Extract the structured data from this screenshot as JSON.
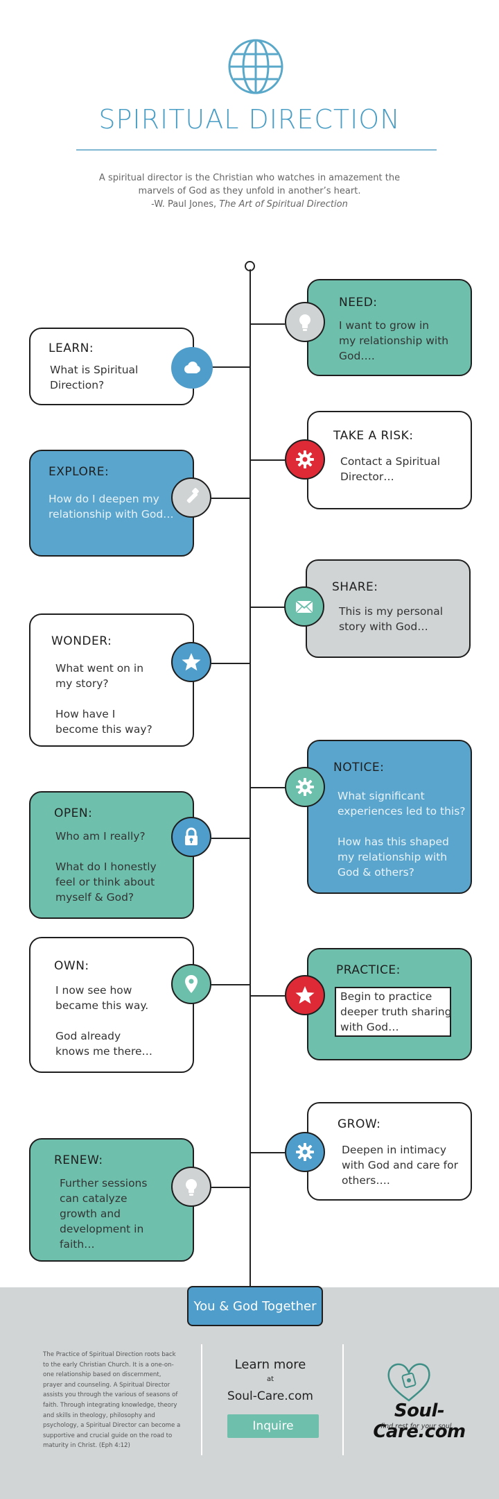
{
  "header": {
    "globe_icon": "globe-icon",
    "title": "SPIRITUAL DIRECTION",
    "quote_line1": "A spiritual director is the Christian who watches in amazement the",
    "quote_line2": "marvels of God as they unfold in another’s heart.",
    "attribution": "-W. Paul Jones, ",
    "book": "The Art of Spiritual Direction"
  },
  "steps": {
    "need": {
      "heading": "NEED:",
      "text": "I want to grow in\nmy relationship with\nGod….",
      "icon": "lightbulb-icon"
    },
    "learn": {
      "heading": "LEARN:",
      "text": "What is Spiritual\nDirection?",
      "icon": "cloud-icon"
    },
    "take_risk": {
      "heading": "TAKE A RISK:",
      "text": "Contact a Spiritual\nDirector…",
      "icon": "gear-icon"
    },
    "explore": {
      "heading": "EXPLORE:",
      "text": "How do I deepen my\nrelationship with God…",
      "icon": "eyedropper-icon"
    },
    "share": {
      "heading": "SHARE:",
      "text": "This is my personal\nstory with God…",
      "icon": "envelope-icon"
    },
    "wonder": {
      "heading": "WONDER:",
      "text": "What went on in\nmy story?\n\nHow have I\nbecome this way?",
      "icon": "star-icon"
    },
    "notice": {
      "heading": "NOTICE:",
      "text": "What significant\nexperiences led to this?\n\nHow has this shaped\nmy relationship with\nGod & others?",
      "icon": "gear-icon"
    },
    "open": {
      "heading": "OPEN:",
      "text": "Who am I really?\n\nWhat do I honestly\nfeel or think about\nmyself & God?",
      "icon": "lock-icon"
    },
    "own": {
      "heading": "OWN:",
      "text": "I now see how\nbecame this way.\n\nGod already\nknows me there…",
      "icon": "map-pin-icon"
    },
    "practice": {
      "heading": "PRACTICE:",
      "text": "Begin to practice\ndeeper truth sharing\nwith God…",
      "icon": "star-icon"
    },
    "grow": {
      "heading": "GROW:",
      "text": "Deepen in intimacy\nwith God and care for\nothers….",
      "icon": "gear-icon"
    },
    "renew": {
      "heading": "RENEW:",
      "text": "Further sessions\ncan catalyze\ngrowth and\ndevelopment in\nfaith…",
      "icon": "lightbulb-icon"
    }
  },
  "footer": {
    "pill": "You & God Together",
    "about": "The Practice of Spiritual Direction roots back to the early Christian Church. It is a one-on-one relationship based on discernment, prayer and counseling. A Spiritual Director assists you through the various of seasons of faith. Through integrating knowledge, theory and skills in theology, philosophy and psychology, a Spiritual Director can become a supportive and crucial guide on the road to maturity in Christ. (Eph 4:12)",
    "learn_more": "Learn more",
    "at": "at",
    "site": "Soul-Care.com",
    "inquire": "Inquire",
    "brand": "Soul-Care.com",
    "tagline": "find rest for your soul…",
    "logo_icon": "heart-logo-icon"
  },
  "colors": {
    "accent_blue": "#4a9ec5",
    "teal": "#6ec0ad",
    "blue": "#5aa5cd",
    "grey": "#d0d4d5",
    "red": "#dd2a36"
  }
}
